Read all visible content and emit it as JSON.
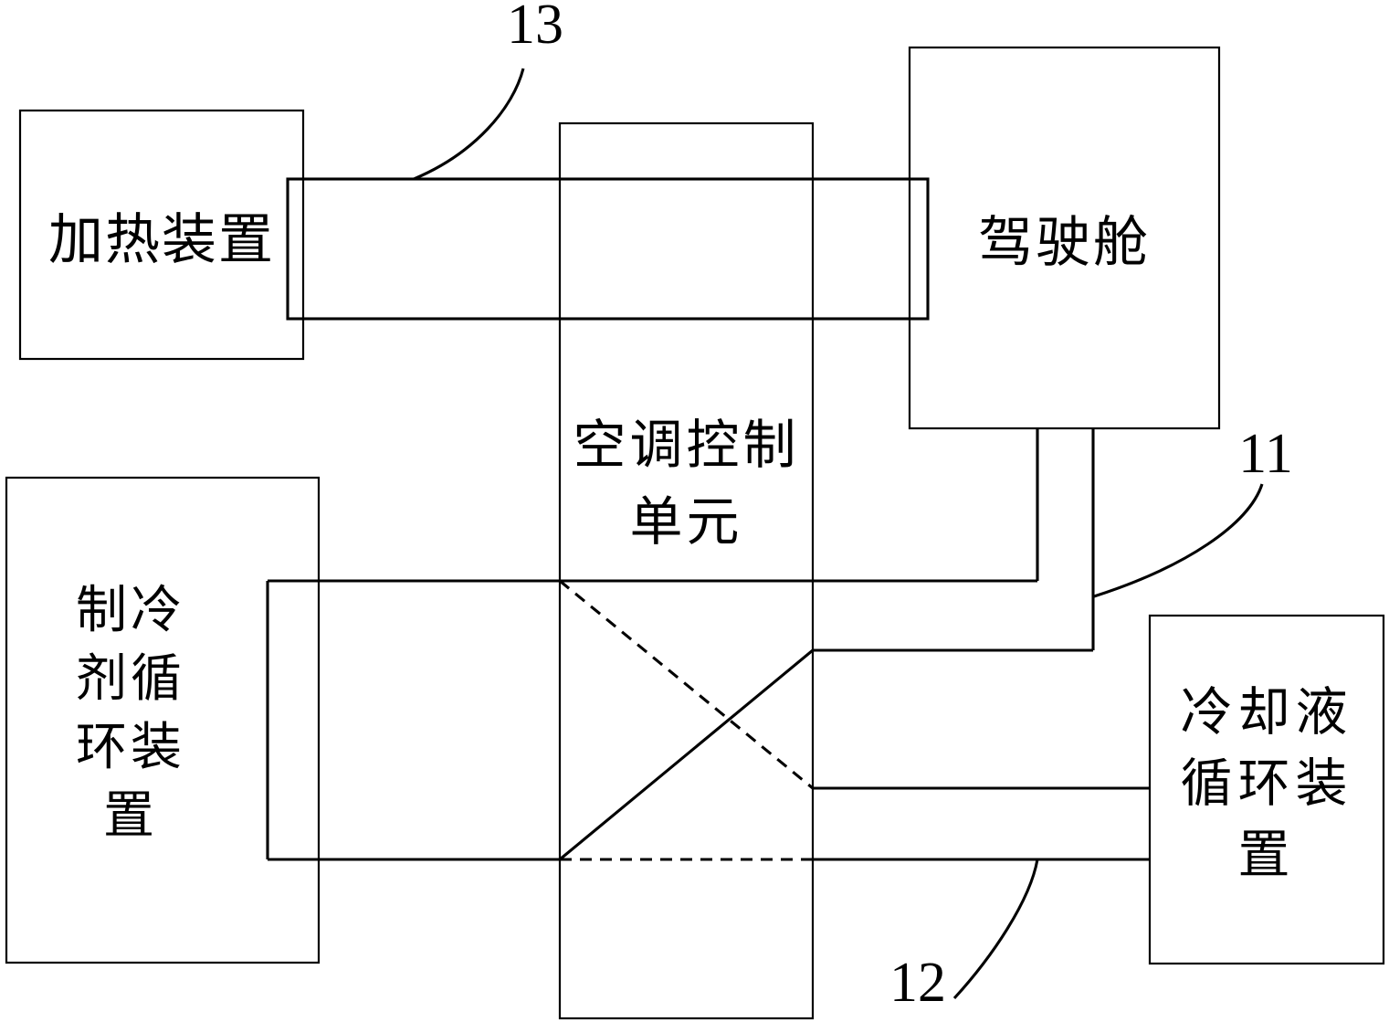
{
  "diagram": {
    "title": "vehicle air-conditioning control block diagram",
    "colors": {
      "line": "#000000",
      "background": "#ffffff"
    },
    "boxes": [
      {
        "id": "heating",
        "label": "加热装置",
        "lines": [
          "加热装置"
        ]
      },
      {
        "id": "cockpit",
        "label": "驾驶舱",
        "lines": [
          "驾驶舱"
        ]
      },
      {
        "id": "ac-control",
        "label": "空调控制单元",
        "lines": [
          "空调控制",
          "单元"
        ]
      },
      {
        "id": "refrigerant",
        "label": "制冷剂循环装置",
        "lines": [
          "制冷",
          "剂循",
          "环装",
          "置"
        ]
      },
      {
        "id": "coolant",
        "label": "冷却液循环装置",
        "lines": [
          "冷却液",
          "循环装",
          "置"
        ]
      }
    ],
    "ref_labels": [
      {
        "id": "13",
        "text": "13"
      },
      {
        "id": "11",
        "text": "11"
      },
      {
        "id": "12",
        "text": "12"
      }
    ]
  }
}
